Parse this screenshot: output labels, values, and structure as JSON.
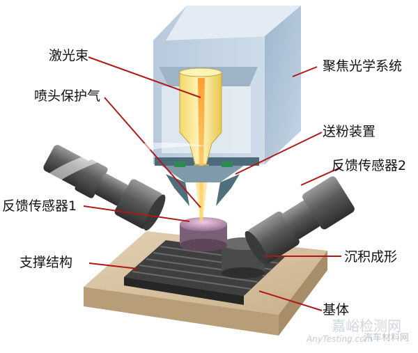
{
  "labels": {
    "laser_beam": "激光束",
    "nozzle_shield_gas": "喷头保护气",
    "feedback_sensor_1": "反馈传感器1",
    "support_structure": "支撑结构",
    "focusing_optics": "聚焦光学系统",
    "powder_feeder": "送粉装置",
    "feedback_sensor_2": "反馈传感器2",
    "deposition_forming": "沉积成形",
    "substrate": "基体"
  },
  "watermarks": {
    "source_cn": "嘉峪检测网",
    "source_en": "AnyTesting.com",
    "source_tag": "汽车材料网"
  },
  "colors": {
    "housing": "#c6d6e6",
    "laser_core": "#f08a1e",
    "leader_line": "#b01818",
    "base_plate": "#d9c4a3",
    "sensor_body": "#6f6f6f"
  }
}
